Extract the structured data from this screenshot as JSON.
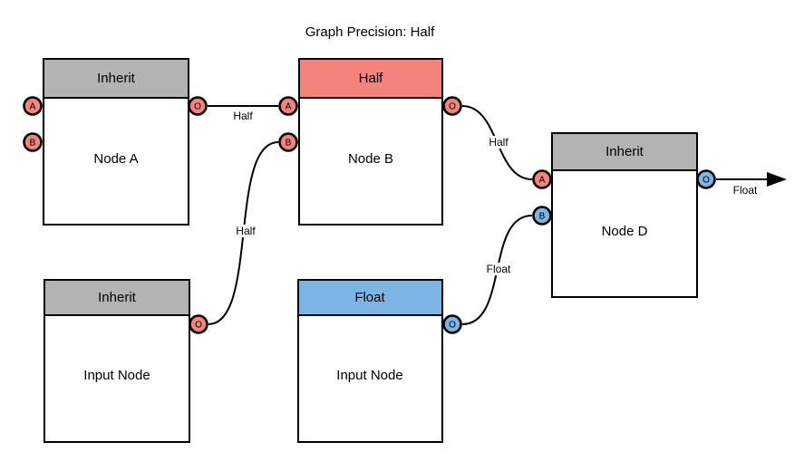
{
  "title": "Graph Precision: Half",
  "colors": {
    "gray_header": "#B3B3B3",
    "half_red": "#F4837C",
    "float_blue": "#7CB5E4",
    "node_fill": "#FFFFFF"
  },
  "ports": {
    "a": "A",
    "b": "B",
    "o": "O"
  },
  "nodes": [
    {
      "header": "Inherit",
      "label": "Node A"
    },
    {
      "header": "Half",
      "label": "Node B"
    },
    {
      "header": "Inherit",
      "label": "Node D"
    },
    {
      "header": "Inherit",
      "label": "Input Node"
    },
    {
      "header": "Float",
      "label": "Input Node"
    }
  ],
  "edges": [
    {
      "label": "Half"
    },
    {
      "label": "Half"
    },
    {
      "label": "Half"
    },
    {
      "label": "Float"
    },
    {
      "label": "Float"
    }
  ]
}
